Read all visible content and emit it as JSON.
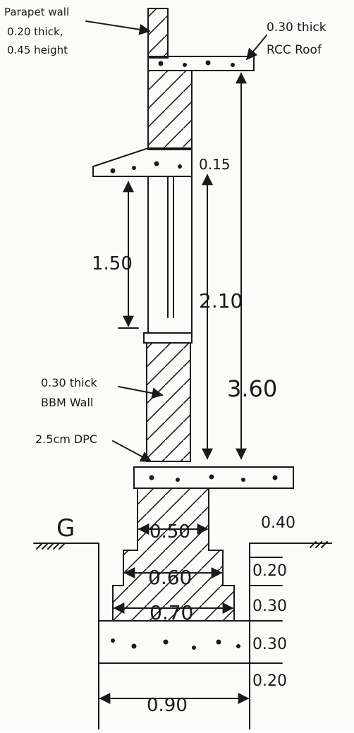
{
  "colors": {
    "ink": "#1a1a1a",
    "paper": "#fbfbf9"
  },
  "labels": {
    "parapet": [
      "Parapet wall",
      "0.20 thick,",
      "0.45 height"
    ],
    "roof": [
      "0.30 thick",
      "RCC Roof"
    ],
    "wall": [
      "0.30 thick",
      "BBM Wall"
    ],
    "dpc": "2.5cm DPC",
    "ground": "G"
  },
  "dimensions": {
    "lintel": "0.15",
    "window": "1.50",
    "door": "2.10",
    "storey": "3.60",
    "plinth": "0.40",
    "step1_width": "0.50",
    "step2_width": "0.60",
    "step3_width": "0.70",
    "base_width": "0.90",
    "step1_depth": "0.20",
    "step2_depth": "0.30",
    "step3_depth": "0.30",
    "base_depth": "0.20"
  }
}
